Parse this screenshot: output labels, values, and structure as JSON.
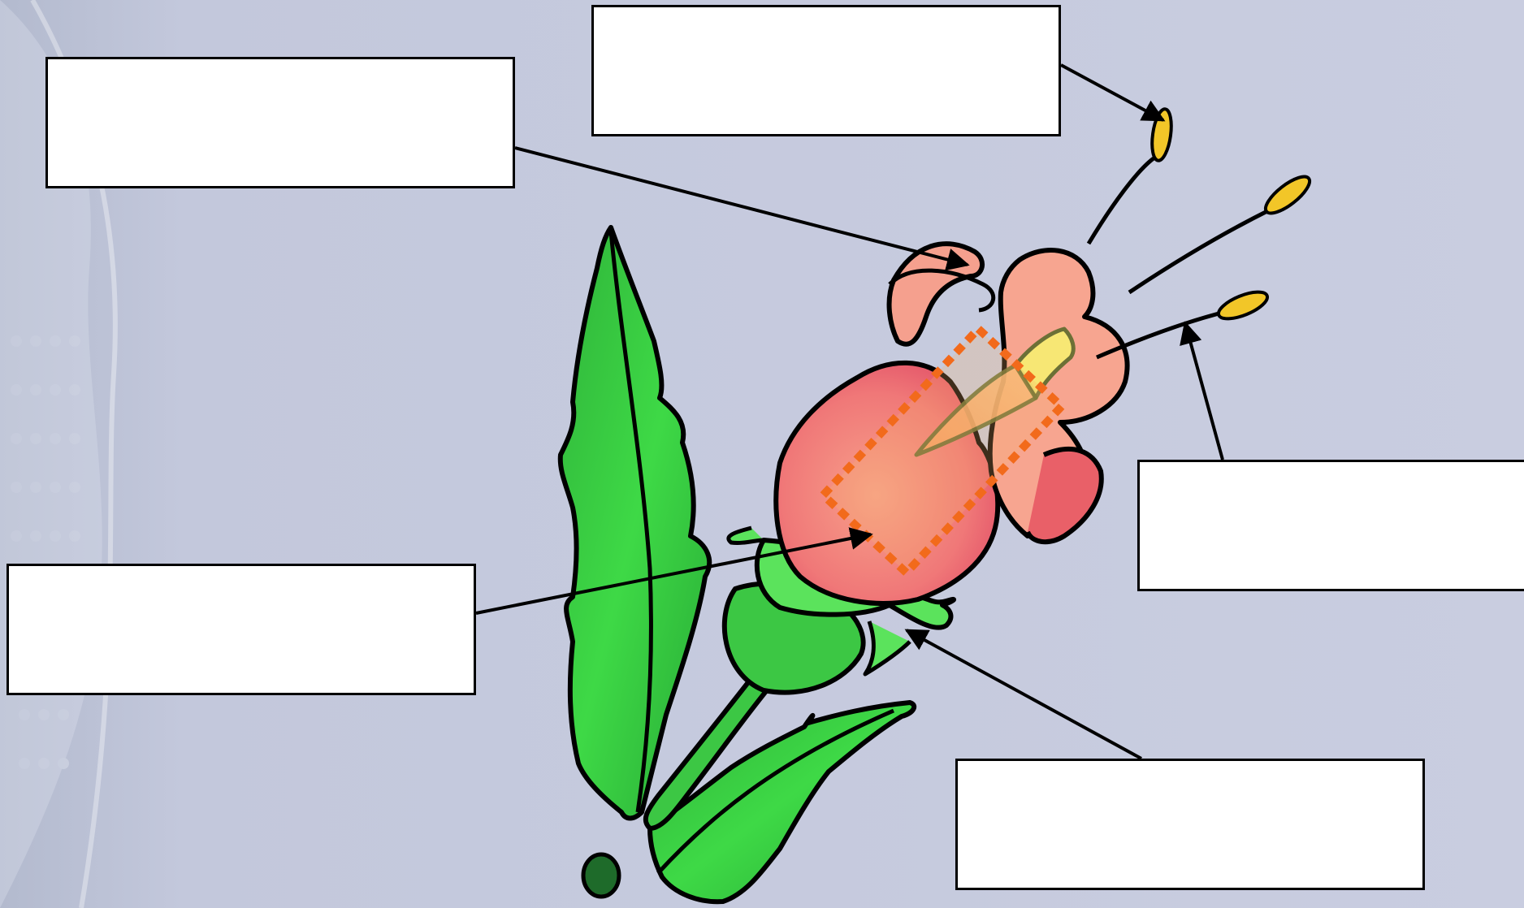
{
  "diagram": {
    "labels": [
      {
        "id": "petal",
        "text": ""
      },
      {
        "id": "anther",
        "text": ""
      },
      {
        "id": "stamen",
        "text": ""
      },
      {
        "id": "ovary",
        "text": ""
      },
      {
        "id": "sepal",
        "text": ""
      }
    ]
  }
}
